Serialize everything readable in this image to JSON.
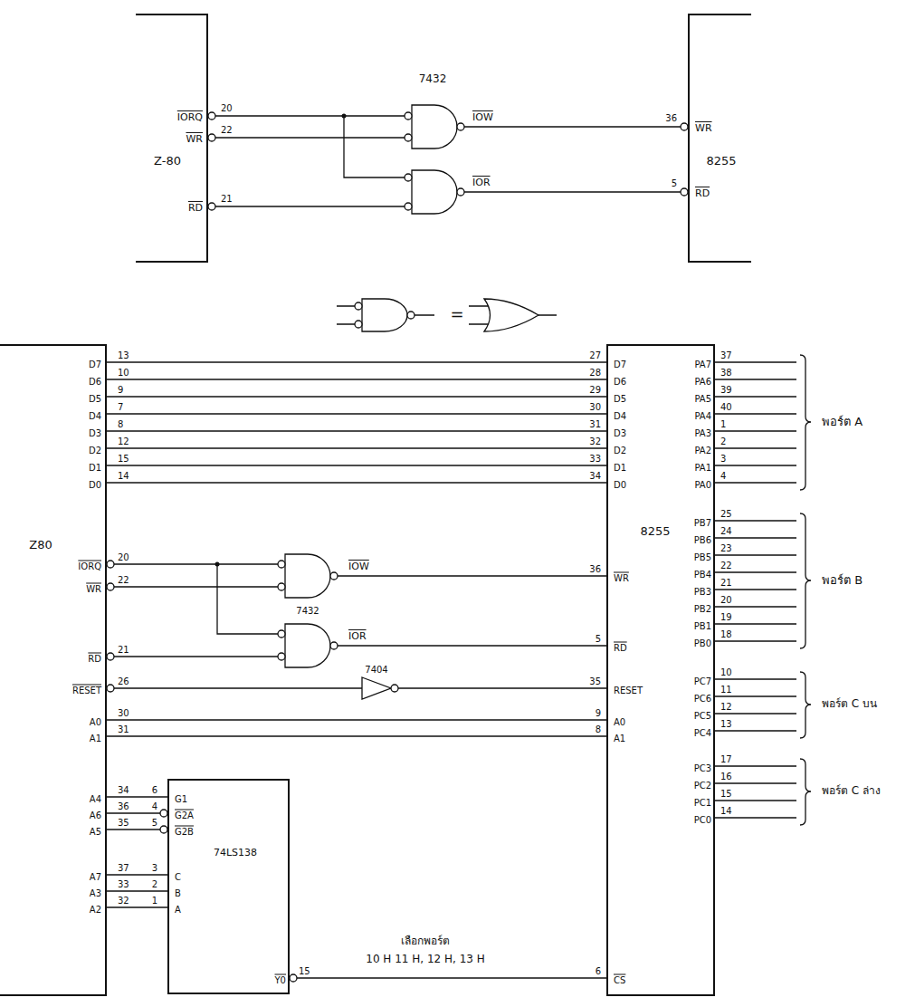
{
  "diagram": {
    "nodes": [
      {
        "text": [
          "Z-80",
          "IORQ",
          "WR",
          "RD"
        ]
      },
      {
        "text": [
          "8255",
          "WR",
          "RD"
        ]
      },
      {
        "text": [
          "Z80",
          "D7",
          "D6",
          "D5",
          "D4",
          "D3",
          "D2",
          "D1",
          "D0",
          "IORQ",
          "WR",
          "RD",
          "RESET",
          "A0",
          "A1",
          "A4",
          "A6",
          "A5",
          "A7",
          "A3",
          "A2"
        ]
      },
      {
        "text": [
          "8255",
          "D7",
          "D6",
          "D5",
          "D4",
          "D3",
          "D2",
          "D1",
          "D0",
          "WR",
          "RD",
          "RESET",
          "A0",
          "A1",
          "CS",
          "PA7",
          "PA6",
          "PA5",
          "PA4",
          "PA3",
          "PA2",
          "PA1",
          "PA0",
          "PB7",
          "PB6",
          "PB5",
          "PB4",
          "PB3",
          "PB2",
          "PB1",
          "PB0",
          "PC7",
          "PC6",
          "PC5",
          "PC4",
          "PC3",
          "PC2",
          "PC1",
          "PC0"
        ]
      },
      {
        "text": [
          "74LS138",
          "G1",
          "G2A",
          "G2B",
          "C",
          "B",
          "A",
          "Y0"
        ]
      }
    ],
    "edges": [
      {
        "from": 2,
        "to": 3,
        "arrow": "none"
      },
      {
        "from": 2,
        "to": 3,
        "arrow": "none"
      },
      {
        "from": 2,
        "to": 3,
        "arrow": "none"
      },
      {
        "from": 2,
        "to": 3,
        "arrow": "none"
      },
      {
        "from": 2,
        "to": 3,
        "arrow": "none"
      },
      {
        "from": 2,
        "to": 3,
        "arrow": "none"
      },
      {
        "from": 2,
        "to": 3,
        "arrow": "none"
      },
      {
        "from": 2,
        "to": 3,
        "arrow": "none"
      },
      {
        "from": 2,
        "to": 3,
        "arrow": "none"
      },
      {
        "from": 2,
        "to": 3,
        "arrow": "none"
      },
      {
        "from": 2,
        "to": 4,
        "arrow": "none"
      },
      {
        "from": 2,
        "to": 4,
        "arrow": "none"
      },
      {
        "from": 2,
        "to": 4,
        "arrow": "none"
      },
      {
        "from": 2,
        "to": 4,
        "arrow": "none"
      },
      {
        "from": 2,
        "to": 4,
        "arrow": "none"
      },
      {
        "from": 2,
        "to": 4,
        "arrow": "none"
      },
      {
        "from": 4,
        "to": 3,
        "arrow": "none"
      }
    ],
    "labels": [
      "7432",
      "20",
      "22",
      "21",
      "IOW",
      "IOR",
      "36",
      "5",
      "=",
      "13",
      "10",
      "9",
      "7",
      "8",
      "12",
      "15",
      "14",
      "27",
      "28",
      "29",
      "30",
      "31",
      "32",
      "33",
      "34",
      "20",
      "22",
      "21",
      "26",
      "30",
      "31",
      "34",
      "36",
      "35",
      "37",
      "33",
      "32",
      "7432",
      "IOW",
      "IOR",
      "7404",
      "36",
      "5",
      "35",
      "9",
      "8",
      "6",
      "4",
      "5",
      "3",
      "2",
      "1",
      "15",
      "เลือกพอร์ต",
      "10 H 11 H, 12 H, 13 H",
      "6",
      "37",
      "38",
      "39",
      "40",
      "1",
      "2",
      "3",
      "4",
      "25",
      "24",
      "23",
      "22",
      "21",
      "20",
      "19",
      "18",
      "10",
      "11",
      "12",
      "13",
      "17",
      "16",
      "15",
      "14",
      "พอร์ต A",
      "พอร์ต B",
      "พอร์ต C บน",
      "พอร์ต C ล่าง"
    ]
  }
}
